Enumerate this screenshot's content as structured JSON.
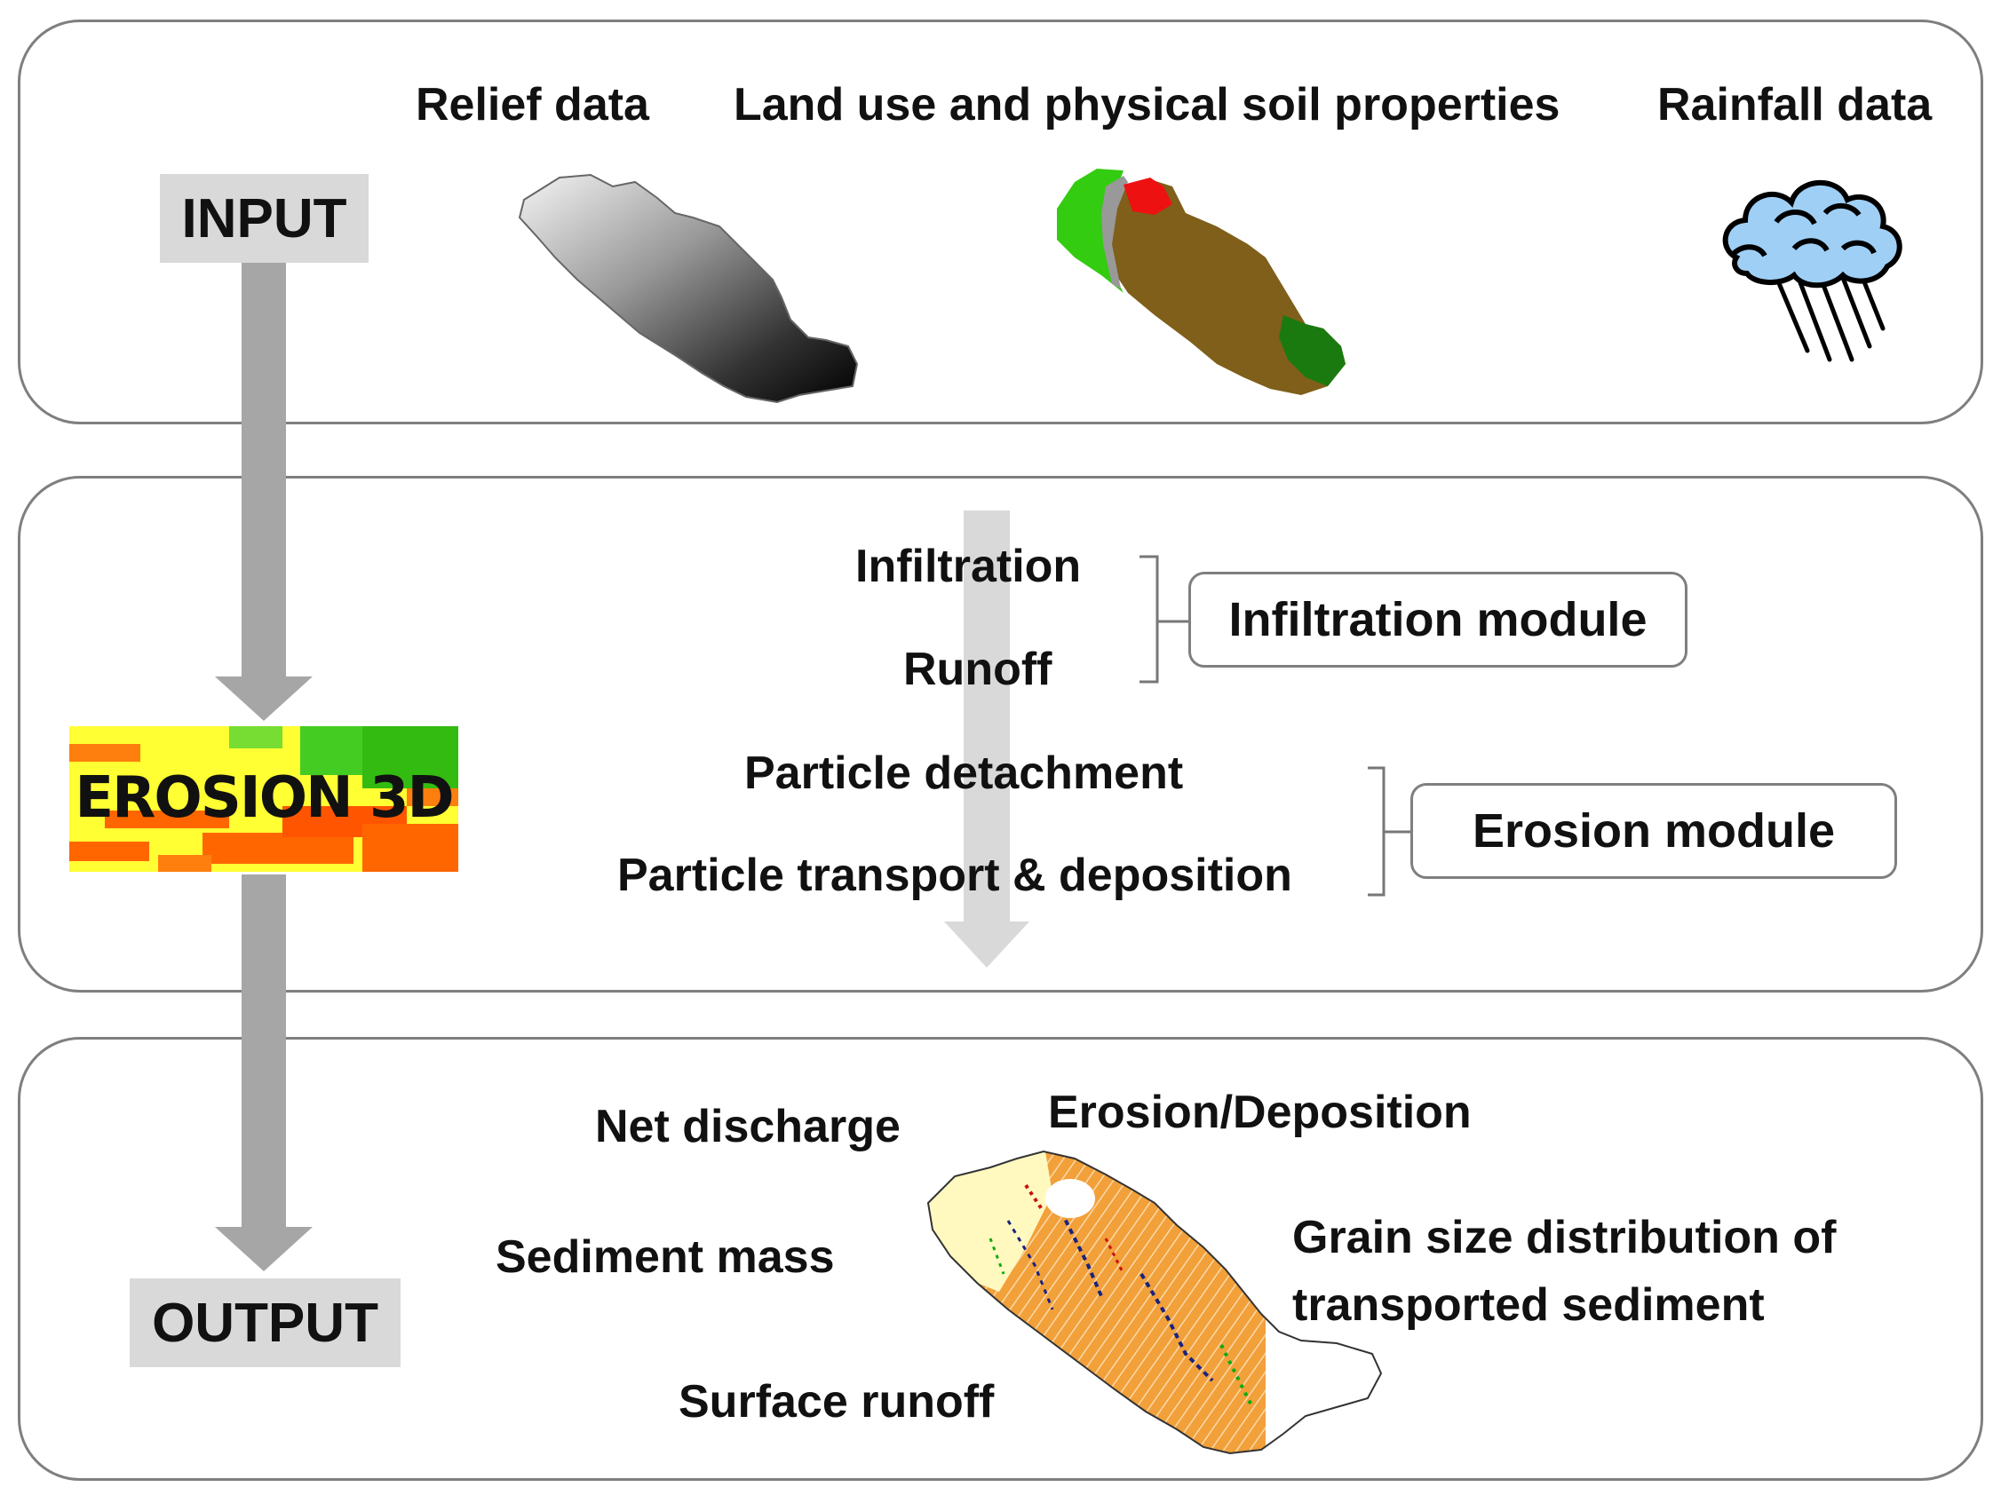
{
  "input_section": {
    "tag": "INPUT",
    "relief_label": "Relief data",
    "landuse_label": "Land use and physical soil properties",
    "rainfall_label": "Rainfall data"
  },
  "model_section": {
    "logo_text": "EROSION 3D",
    "infiltration": "Infiltration",
    "runoff": "Runoff",
    "infiltration_module": "Infiltration module",
    "particle_detachment": "Particle detachment",
    "particle_transport": "Particle transport & deposition",
    "erosion_module": "Erosion module"
  },
  "output_section": {
    "tag": "OUTPUT",
    "net_discharge": "Net discharge",
    "erosion_deposition": "Erosion/Deposition",
    "sediment_mass": "Sediment mass",
    "grain_size_line1": "Grain size distribution of",
    "grain_size_line2": "transported sediment",
    "surface_runoff": "Surface runoff"
  },
  "colors": {
    "panel_border": "#7f7f7f",
    "main_arrow": "#a6a6a6",
    "process_arrow": "#d9d9d9",
    "landuse_brown": "#7f5f1a",
    "landuse_light_green": "#33cc11",
    "landuse_dark_green": "#1a7a0f",
    "landuse_red": "#ee1111",
    "cloud_blue": "#9fcff5",
    "output_orange": "#f2a03a"
  }
}
